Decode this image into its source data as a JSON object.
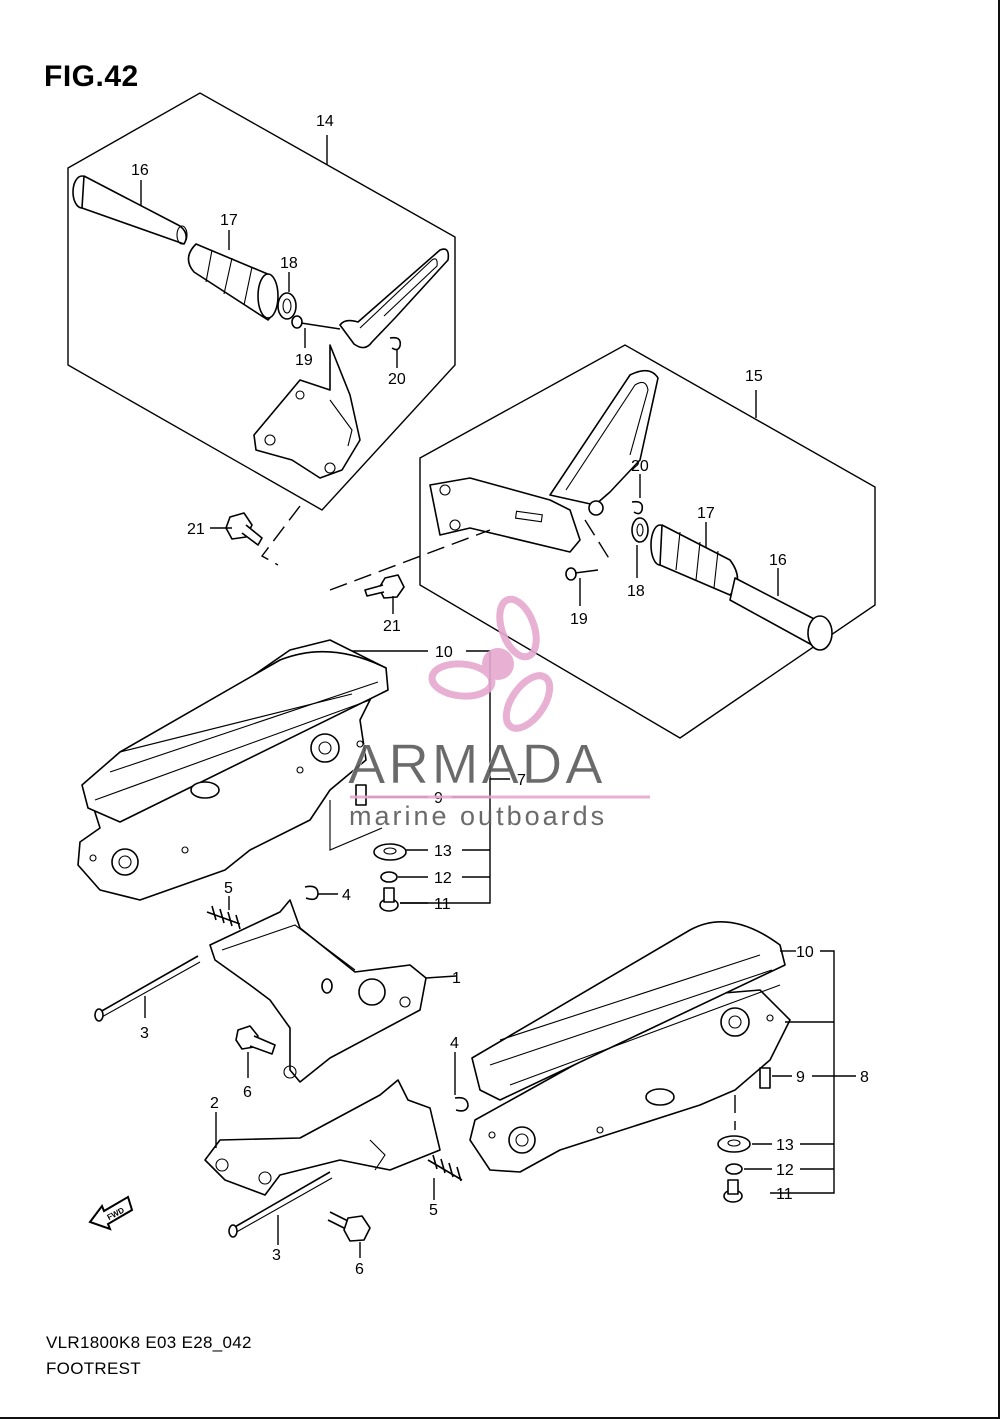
{
  "figure": {
    "title": "FIG.42",
    "model_code": "VLR1800K8 E03 E28_042",
    "section_name": "FOOTREST"
  },
  "callouts": [
    "1",
    "2",
    "3",
    "3",
    "4",
    "4",
    "5",
    "5",
    "6",
    "6",
    "7",
    "8",
    "9",
    "9",
    "10",
    "10",
    "11",
    "11",
    "12",
    "12",
    "13",
    "13",
    "14",
    "15",
    "16",
    "16",
    "17",
    "17",
    "18",
    "18",
    "19",
    "19",
    "20",
    "20",
    "21",
    "21"
  ],
  "watermark": {
    "name": "ARMADA",
    "subtitle": "marine outboards",
    "colors": {
      "text": "#5a5a5a",
      "accent": "#e6a8cf"
    }
  },
  "fwd_badge": {
    "label": "FWD",
    "icon": "fwd-arrow-icon"
  }
}
